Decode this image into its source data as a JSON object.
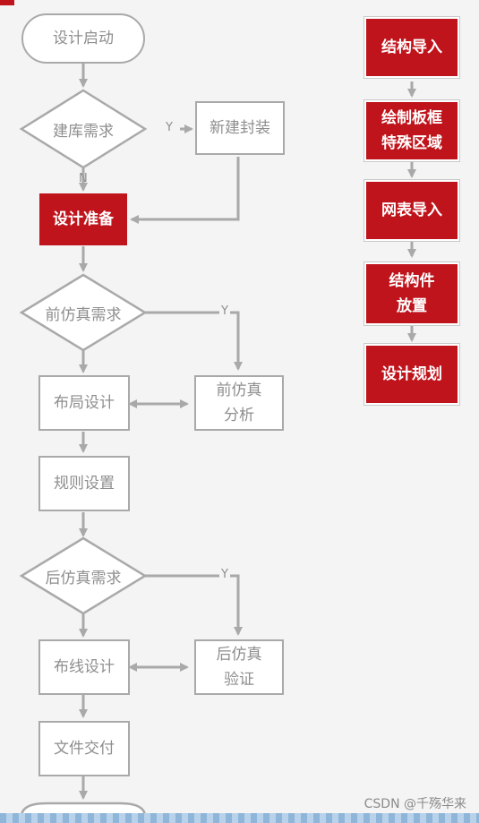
{
  "nodes": {
    "start": "设计启动",
    "library_need": "建库需求",
    "new_package": "新建封装",
    "design_prep": "设计准备",
    "pre_sim_need": "前仿真需求",
    "placement": "布局设计",
    "pre_sim": "前仿真\n分析",
    "rules": "规则设置",
    "post_sim_need": "后仿真需求",
    "routing": "布线设计",
    "post_sim": "后仿真\n验证",
    "delivery": "文件交付",
    "struct_import": "结构导入",
    "board_frame": "绘制板框\n特殊区域",
    "netlist_import": "网表导入",
    "struct_place": "结构件\n放置",
    "design_plan": "设计规划"
  },
  "edge_labels": {
    "yes": "Y",
    "no": "N"
  },
  "watermark": "CSDN @千殇华来",
  "colors": {
    "accent": "#c0141c",
    "node_text": "#8e8e8e",
    "line": "#a9a9a9"
  }
}
